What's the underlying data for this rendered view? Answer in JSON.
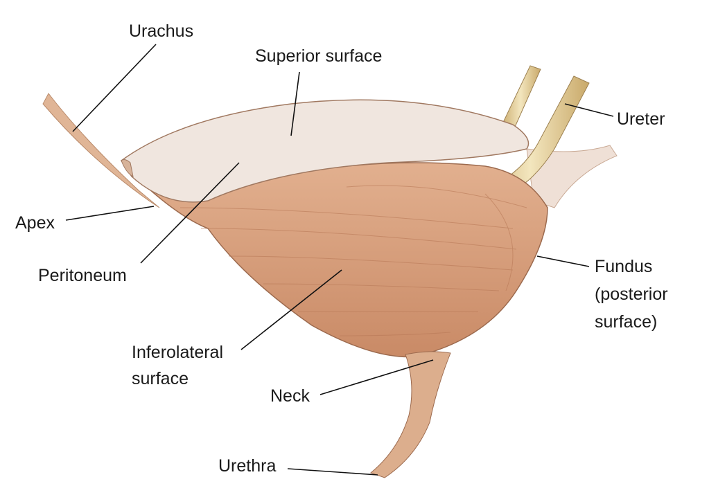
{
  "labels": {
    "urachus": "Urachus",
    "superior_surface": "Superior surface",
    "ureter": "Ureter",
    "apex": "Apex",
    "peritoneum": "Peritoneum",
    "fundus_1": "Fundus",
    "fundus_2": "(posterior",
    "fundus_3": "surface)",
    "inferolateral_1": "Inferolateral",
    "inferolateral_2": "surface",
    "neck": "Neck",
    "urethra": "Urethra"
  },
  "colors": {
    "muscle": "#d9a07e",
    "muscle_dark": "#b97a58",
    "peritoneum": "#efe3dc",
    "ureter": "#ead8a8",
    "leader": "#111111"
  }
}
